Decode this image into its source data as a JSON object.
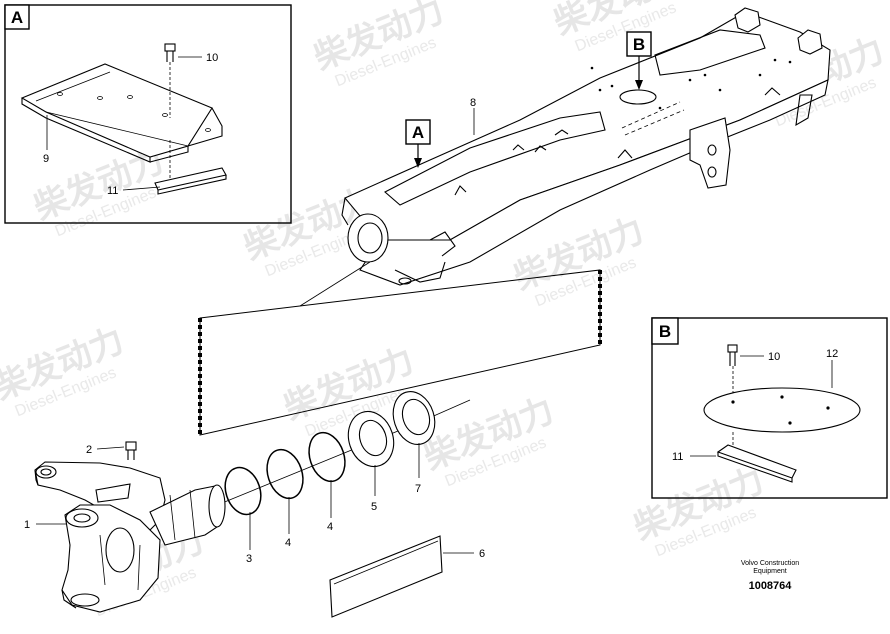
{
  "watermark": {
    "brand_cn": "柴发动力",
    "brand_en": "Diesel-Engines"
  },
  "detail_boxes": {
    "a": {
      "label": "A"
    },
    "b": {
      "label": "B"
    }
  },
  "view_markers": {
    "a": "A",
    "b": "B"
  },
  "callouts": {
    "n1": "1",
    "n2": "2",
    "n3": "3",
    "n4a": "4",
    "n4b": "4",
    "n5": "5",
    "n6": "6",
    "n7": "7",
    "n8": "8",
    "n9": "9",
    "n10a": "10",
    "n10b": "10",
    "n11a": "11",
    "n11b": "11",
    "n12": "12"
  },
  "footer": {
    "org_line1": "Volvo Construction",
    "org_line2": "Equipment",
    "drawing_number": "1008764"
  }
}
